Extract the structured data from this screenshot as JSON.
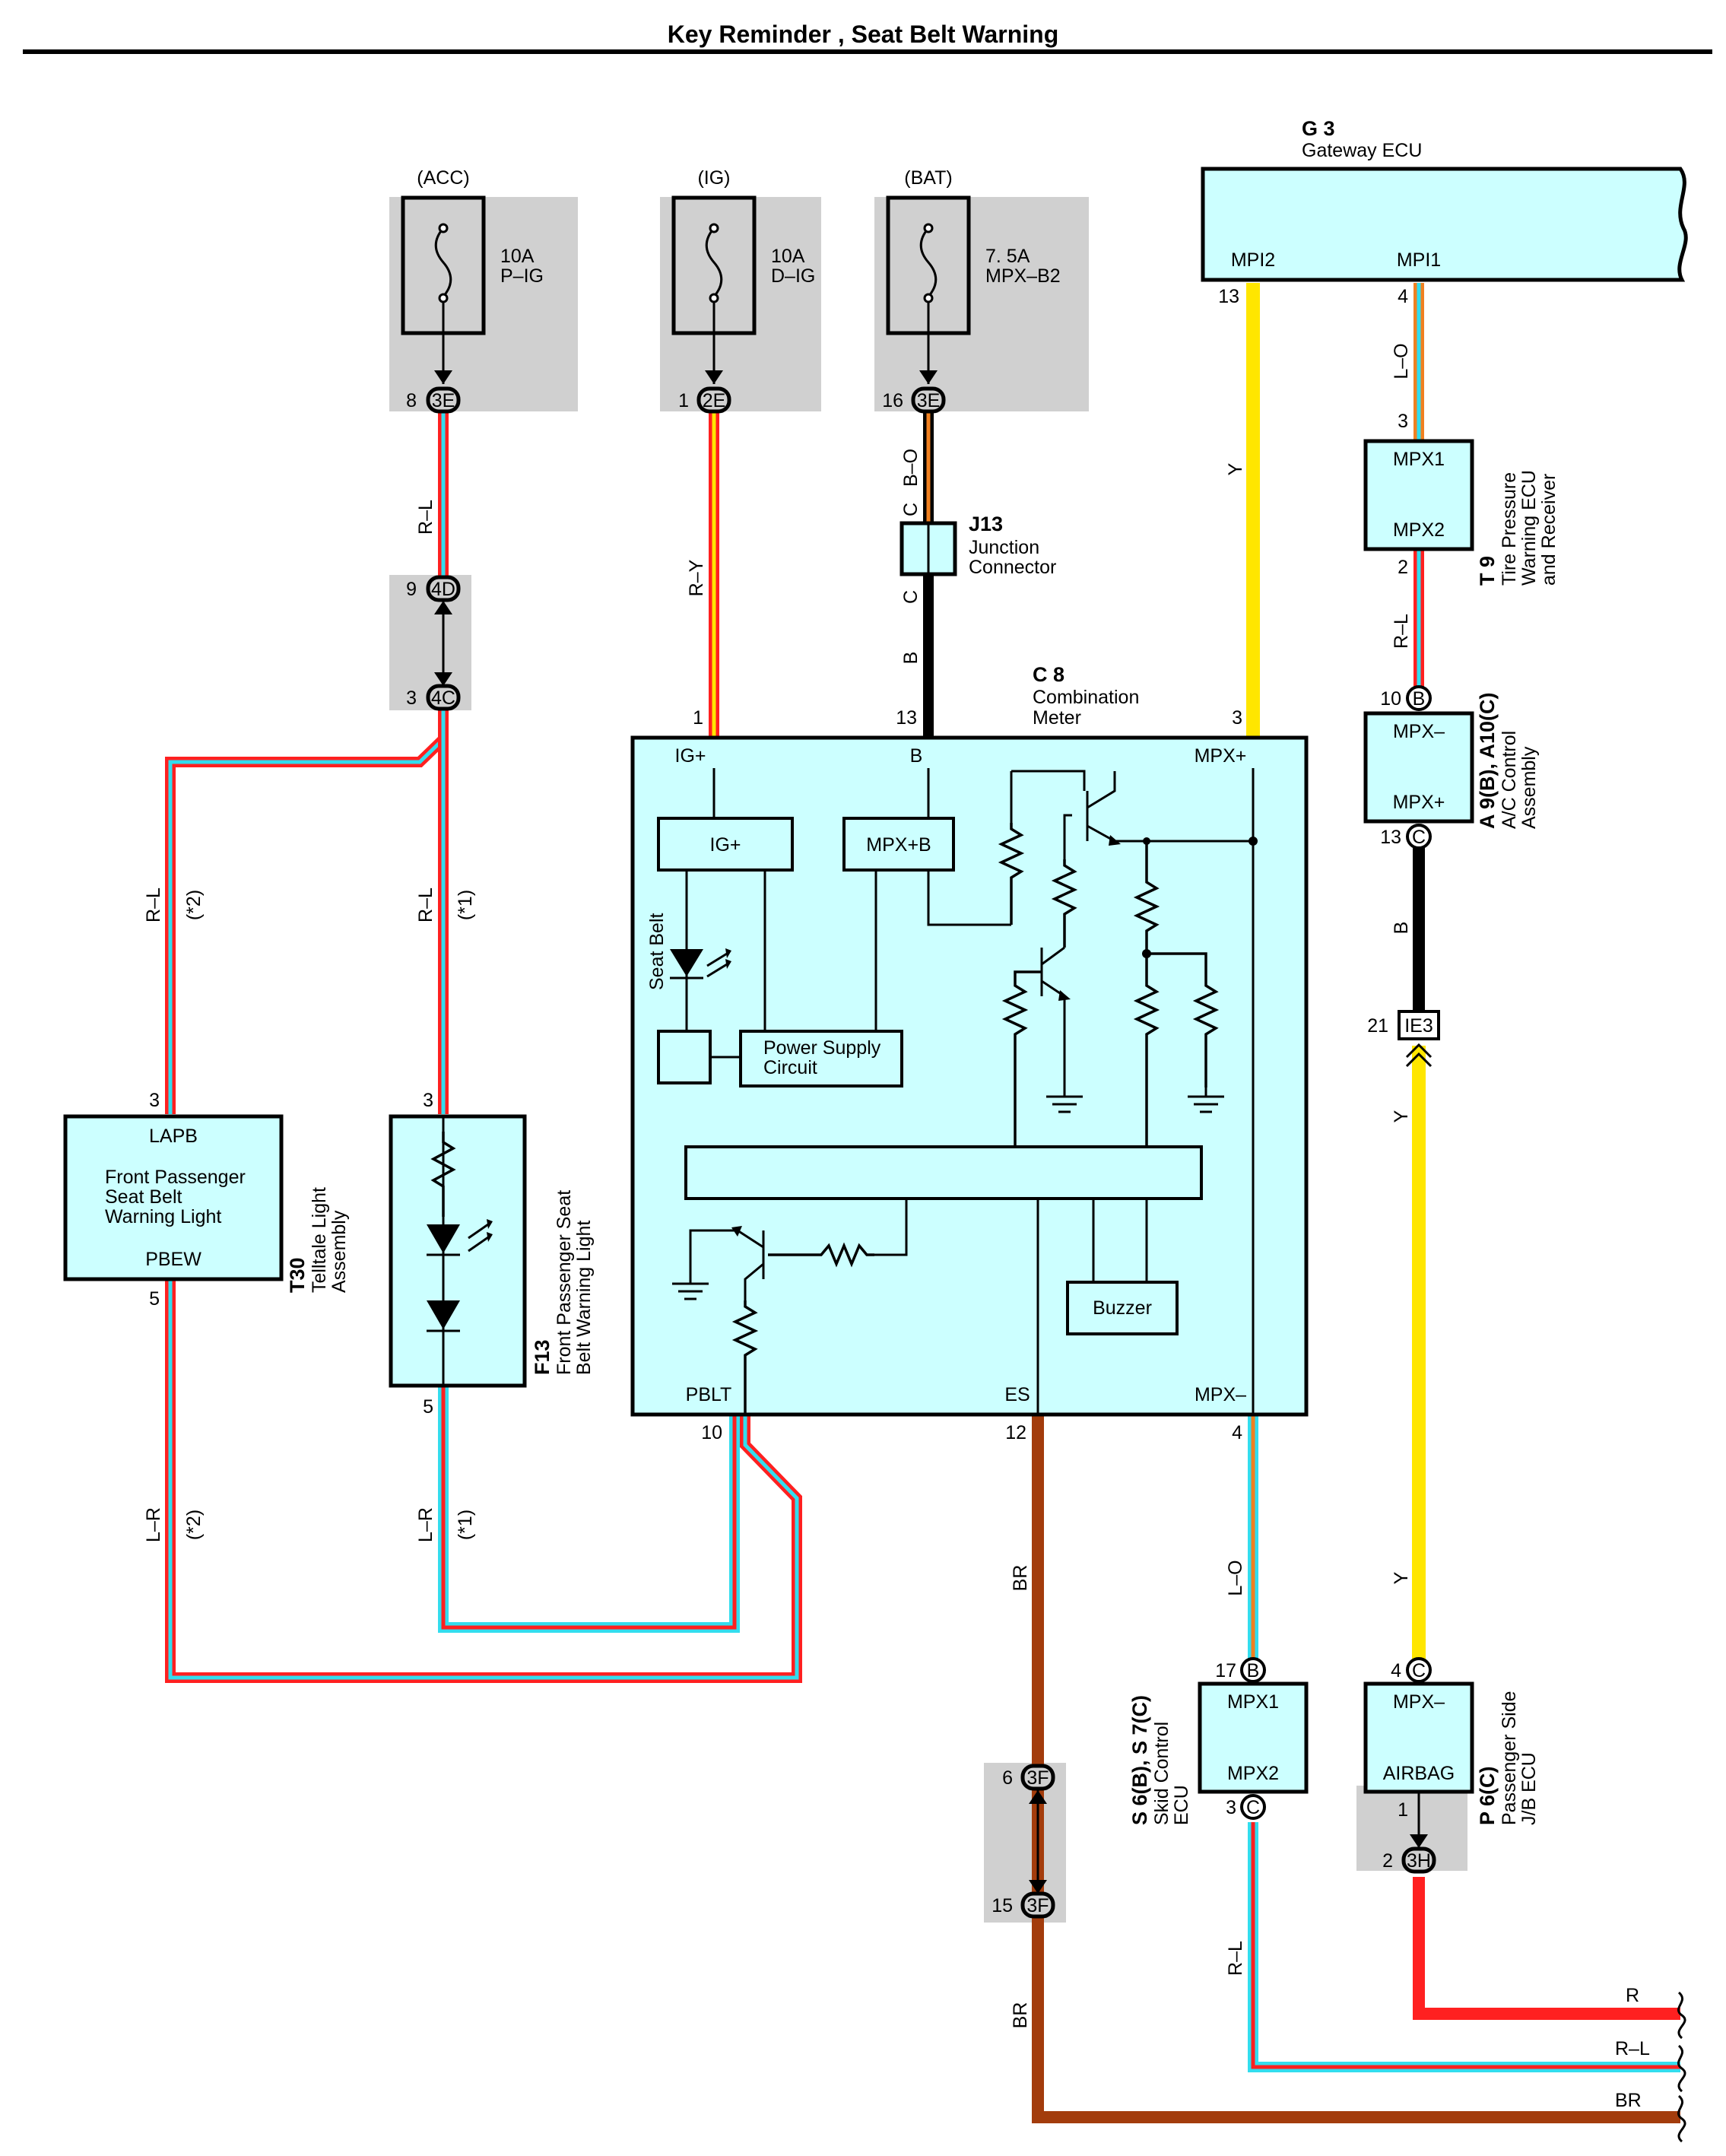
{
  "title": "Key Reminder , Seat Belt Warning",
  "colors": {
    "cyan_box": "#ccffff",
    "red": "#ff2020",
    "cyan": "#33ddee",
    "yellow": "#ffe600",
    "orange": "#f08020",
    "brown": "#a33c0c",
    "black": "#000000",
    "gray_area": "#d0d0d0"
  },
  "fuses": {
    "acc": {
      "source": "(ACC)",
      "rating": "10A",
      "name": "P–IG",
      "pin": "8",
      "conn": "3E"
    },
    "ig": {
      "source": "(IG)",
      "rating": "10A",
      "name": "D–IG",
      "pin": "1",
      "conn": "2E"
    },
    "bat": {
      "source": "(BAT)",
      "rating": "7. 5A",
      "name": "MPX–B2",
      "pin": "16",
      "conn": "3E"
    }
  },
  "wires": {
    "acc_main": "R–L",
    "ig_main": "R–Y",
    "bat_top": "B–O",
    "bat_c1": "C",
    "bat_c2": "C",
    "bat_main": "B",
    "t30_in": "R–L",
    "t30_in_note": "(*2)",
    "f13_in": "R–L",
    "f13_in_note": "(*1)",
    "t30_out": "L–R",
    "t30_out_note": "(*2)",
    "f13_out": "L–R",
    "f13_out_note": "(*1)",
    "es": "BR",
    "es_low": "BR",
    "y_left": "Y",
    "lo_top": "L–O",
    "rl_t9": "R–L",
    "b_a9": "B",
    "y_right": "Y",
    "y_right_low": "Y",
    "lo_bottom": "L–O",
    "rl_s6": "R–L",
    "end_r": "R",
    "end_rl": "R–L",
    "end_br": "BR"
  },
  "connectors": {
    "c4d": {
      "pin": "9",
      "id": "4D"
    },
    "c4c": {
      "pin": "3",
      "id": "4C"
    },
    "c3f_top": {
      "pin": "6",
      "id": "3F"
    },
    "c3f_bot": {
      "pin": "15",
      "id": "3F"
    },
    "ie3": {
      "pin": "21",
      "id": "IE3"
    },
    "c3h": {
      "pin_top": "1",
      "pin": "2",
      "id": "3H"
    }
  },
  "j13": {
    "code": "J13",
    "line1": "Junction",
    "line2": "Connector"
  },
  "g3": {
    "code": "G 3",
    "name": "Gateway ECU",
    "term_a": "MPI2",
    "term_b": "MPI1",
    "pin_a": "13",
    "pin_b": "4"
  },
  "t9": {
    "code": "T 9",
    "line1": "Tire Pressure",
    "line2": "Warning ECU",
    "line3": "and Receiver",
    "t1": "MPX1",
    "t2": "MPX2",
    "pin_top": "3",
    "pin_bottom": "2"
  },
  "a9": {
    "code": "A 9(B), A10(C)",
    "line1": "A/C Control",
    "line2": "Assembly",
    "t1": "MPX–",
    "t2": "MPX+",
    "pin_top": "10",
    "conn_top": "B",
    "pin_bottom": "13",
    "conn_bottom": "C"
  },
  "s6": {
    "code": "S 6(B), S 7(C)",
    "line1": "Skid Control",
    "line2": "ECU",
    "t1": "MPX1",
    "t2": "MPX2",
    "pin_top": "17",
    "conn_top": "B",
    "pin_bottom": "3",
    "conn_bottom": "C"
  },
  "p6": {
    "code": "P 6(C)",
    "line1": "Passenger Side",
    "line2": "J/B ECU",
    "t1": "MPX–",
    "t2": "AIRBAG",
    "pin_top": "4",
    "conn_top": "C"
  },
  "t30": {
    "code": "T30",
    "line1": "Telltale Light",
    "line2": "Assembly",
    "top": "LAPB",
    "body1": "Front Passenger",
    "body2": "Seat Belt",
    "body3": "Warning Light",
    "bottom": "PBEW",
    "pin_in": "3",
    "pin_out": "5"
  },
  "f13": {
    "code": "F13",
    "line1": "Front Passenger Seat",
    "line2": "Belt Warning Light",
    "pin_in": "3",
    "pin_out": "5"
  },
  "c8": {
    "code": "C 8",
    "line1": "Combination",
    "line2": "Meter",
    "term_ig": "IG+",
    "term_b": "B",
    "term_mpxp": "MPX+",
    "term_pblt": "PBLT",
    "term_es": "ES",
    "term_mpxm": "MPX–",
    "pin_ig": "1",
    "pin_b": "13",
    "pin_mpxp": "3",
    "pin_pblt": "10",
    "pin_es": "12",
    "pin_mpxm": "4",
    "blk_ig": "IG+",
    "blk_mpxb": "MPX+B",
    "seat_belt": "Seat Belt",
    "psu1": "Power Supply",
    "psu2": "Circuit",
    "buzzer": "Buzzer"
  }
}
